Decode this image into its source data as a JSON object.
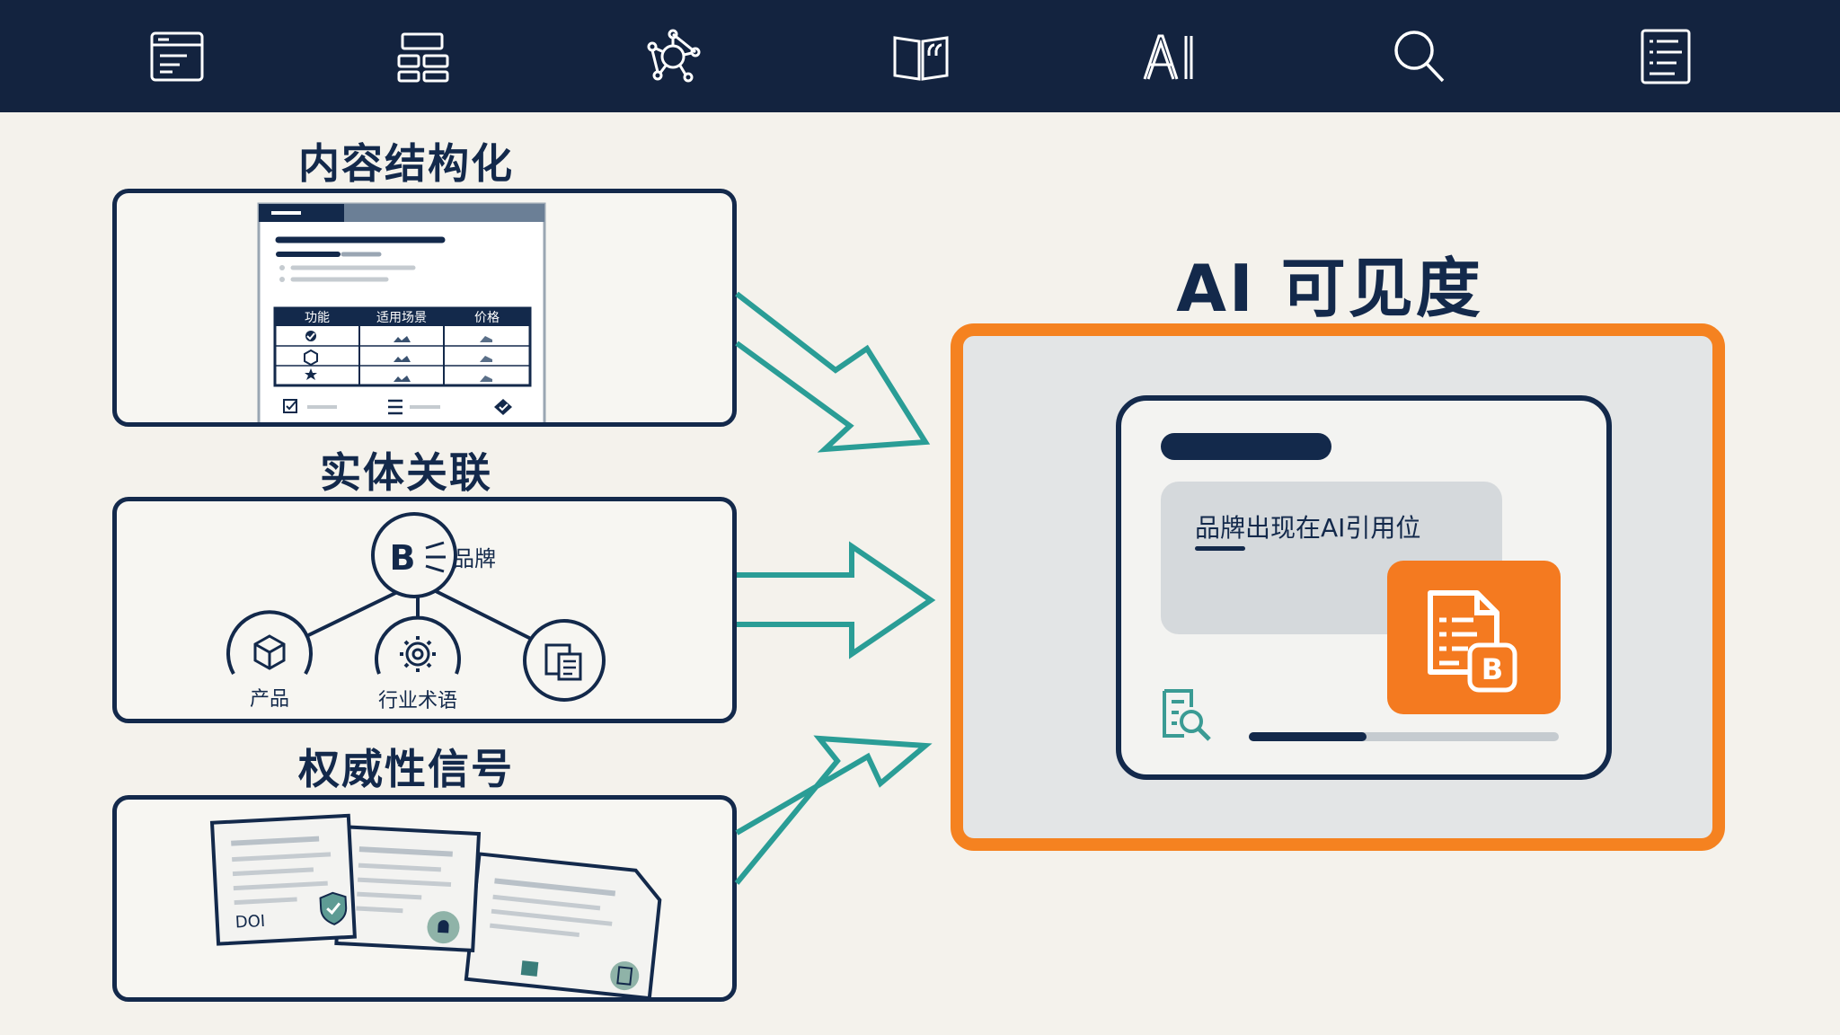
{
  "nav": {
    "icons": [
      "browser-window-icon",
      "layout-blocks-icon",
      "network-graph-icon",
      "book-quote-icon",
      "ai-text-icon",
      "search-icon",
      "document-list-icon"
    ],
    "ai_label": "AI"
  },
  "sections": {
    "structure": {
      "title": "内容结构化",
      "table_headers": [
        "功能",
        "适用场景",
        "价格"
      ]
    },
    "entities": {
      "title": "实体关联",
      "center_letter": "B",
      "center_label": "品牌",
      "nodes": [
        "产品",
        "行业术语"
      ]
    },
    "authority": {
      "title": "权威性信号",
      "doi_label": "DOI"
    }
  },
  "visibility": {
    "title": "AI 可见度",
    "citation_text": "品牌出现在AI引用位",
    "badge_letter": "B",
    "progress": 0.38
  },
  "colors": {
    "navy": "#13294b",
    "orange": "#f58220",
    "teal": "#2a9d96",
    "background": "#f4f2ec"
  }
}
